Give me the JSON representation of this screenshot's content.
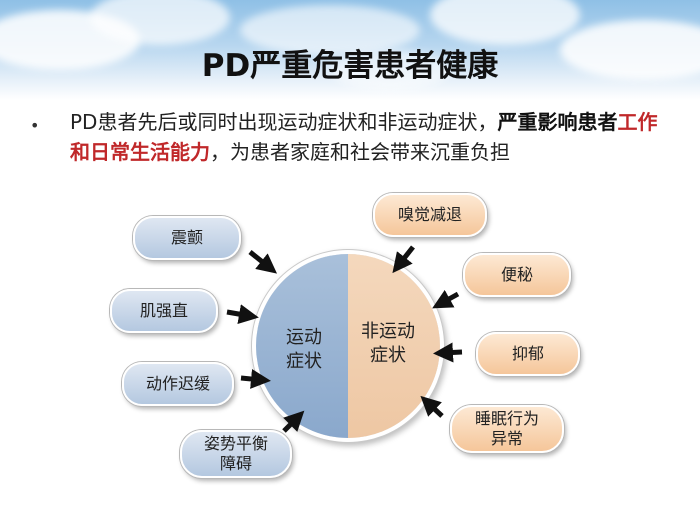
{
  "slide": {
    "title": "PD严重危害患者健康",
    "bullet": "•",
    "paragraph": {
      "part1": "PD患者先后或同时出现运动症状和非运动症状，",
      "bold": "严重影响患者",
      "red": "工作和日常生活能力",
      "part2": "，为患者家庭和社会带来沉重负担"
    }
  },
  "diagram": {
    "left_half": {
      "line1": "运动",
      "line2": "症状"
    },
    "right_half": {
      "line1": "非运动",
      "line2": "症状"
    },
    "motor_symptoms": [
      {
        "label": "震颤"
      },
      {
        "label": "肌强直"
      },
      {
        "label": "动作迟缓"
      },
      {
        "label": "姿势平衡",
        "label2": "障碍"
      }
    ],
    "nonmotor_symptoms": [
      {
        "label": "嗅觉减退"
      },
      {
        "label": "便秘"
      },
      {
        "label": "抑郁"
      },
      {
        "label": "睡眠行为",
        "label2": "异常"
      }
    ],
    "colors": {
      "motor": "#b4c8e0",
      "nonmotor": "#f5c69a",
      "highlight_text": "#c0282a",
      "arrow": "#111111"
    }
  }
}
